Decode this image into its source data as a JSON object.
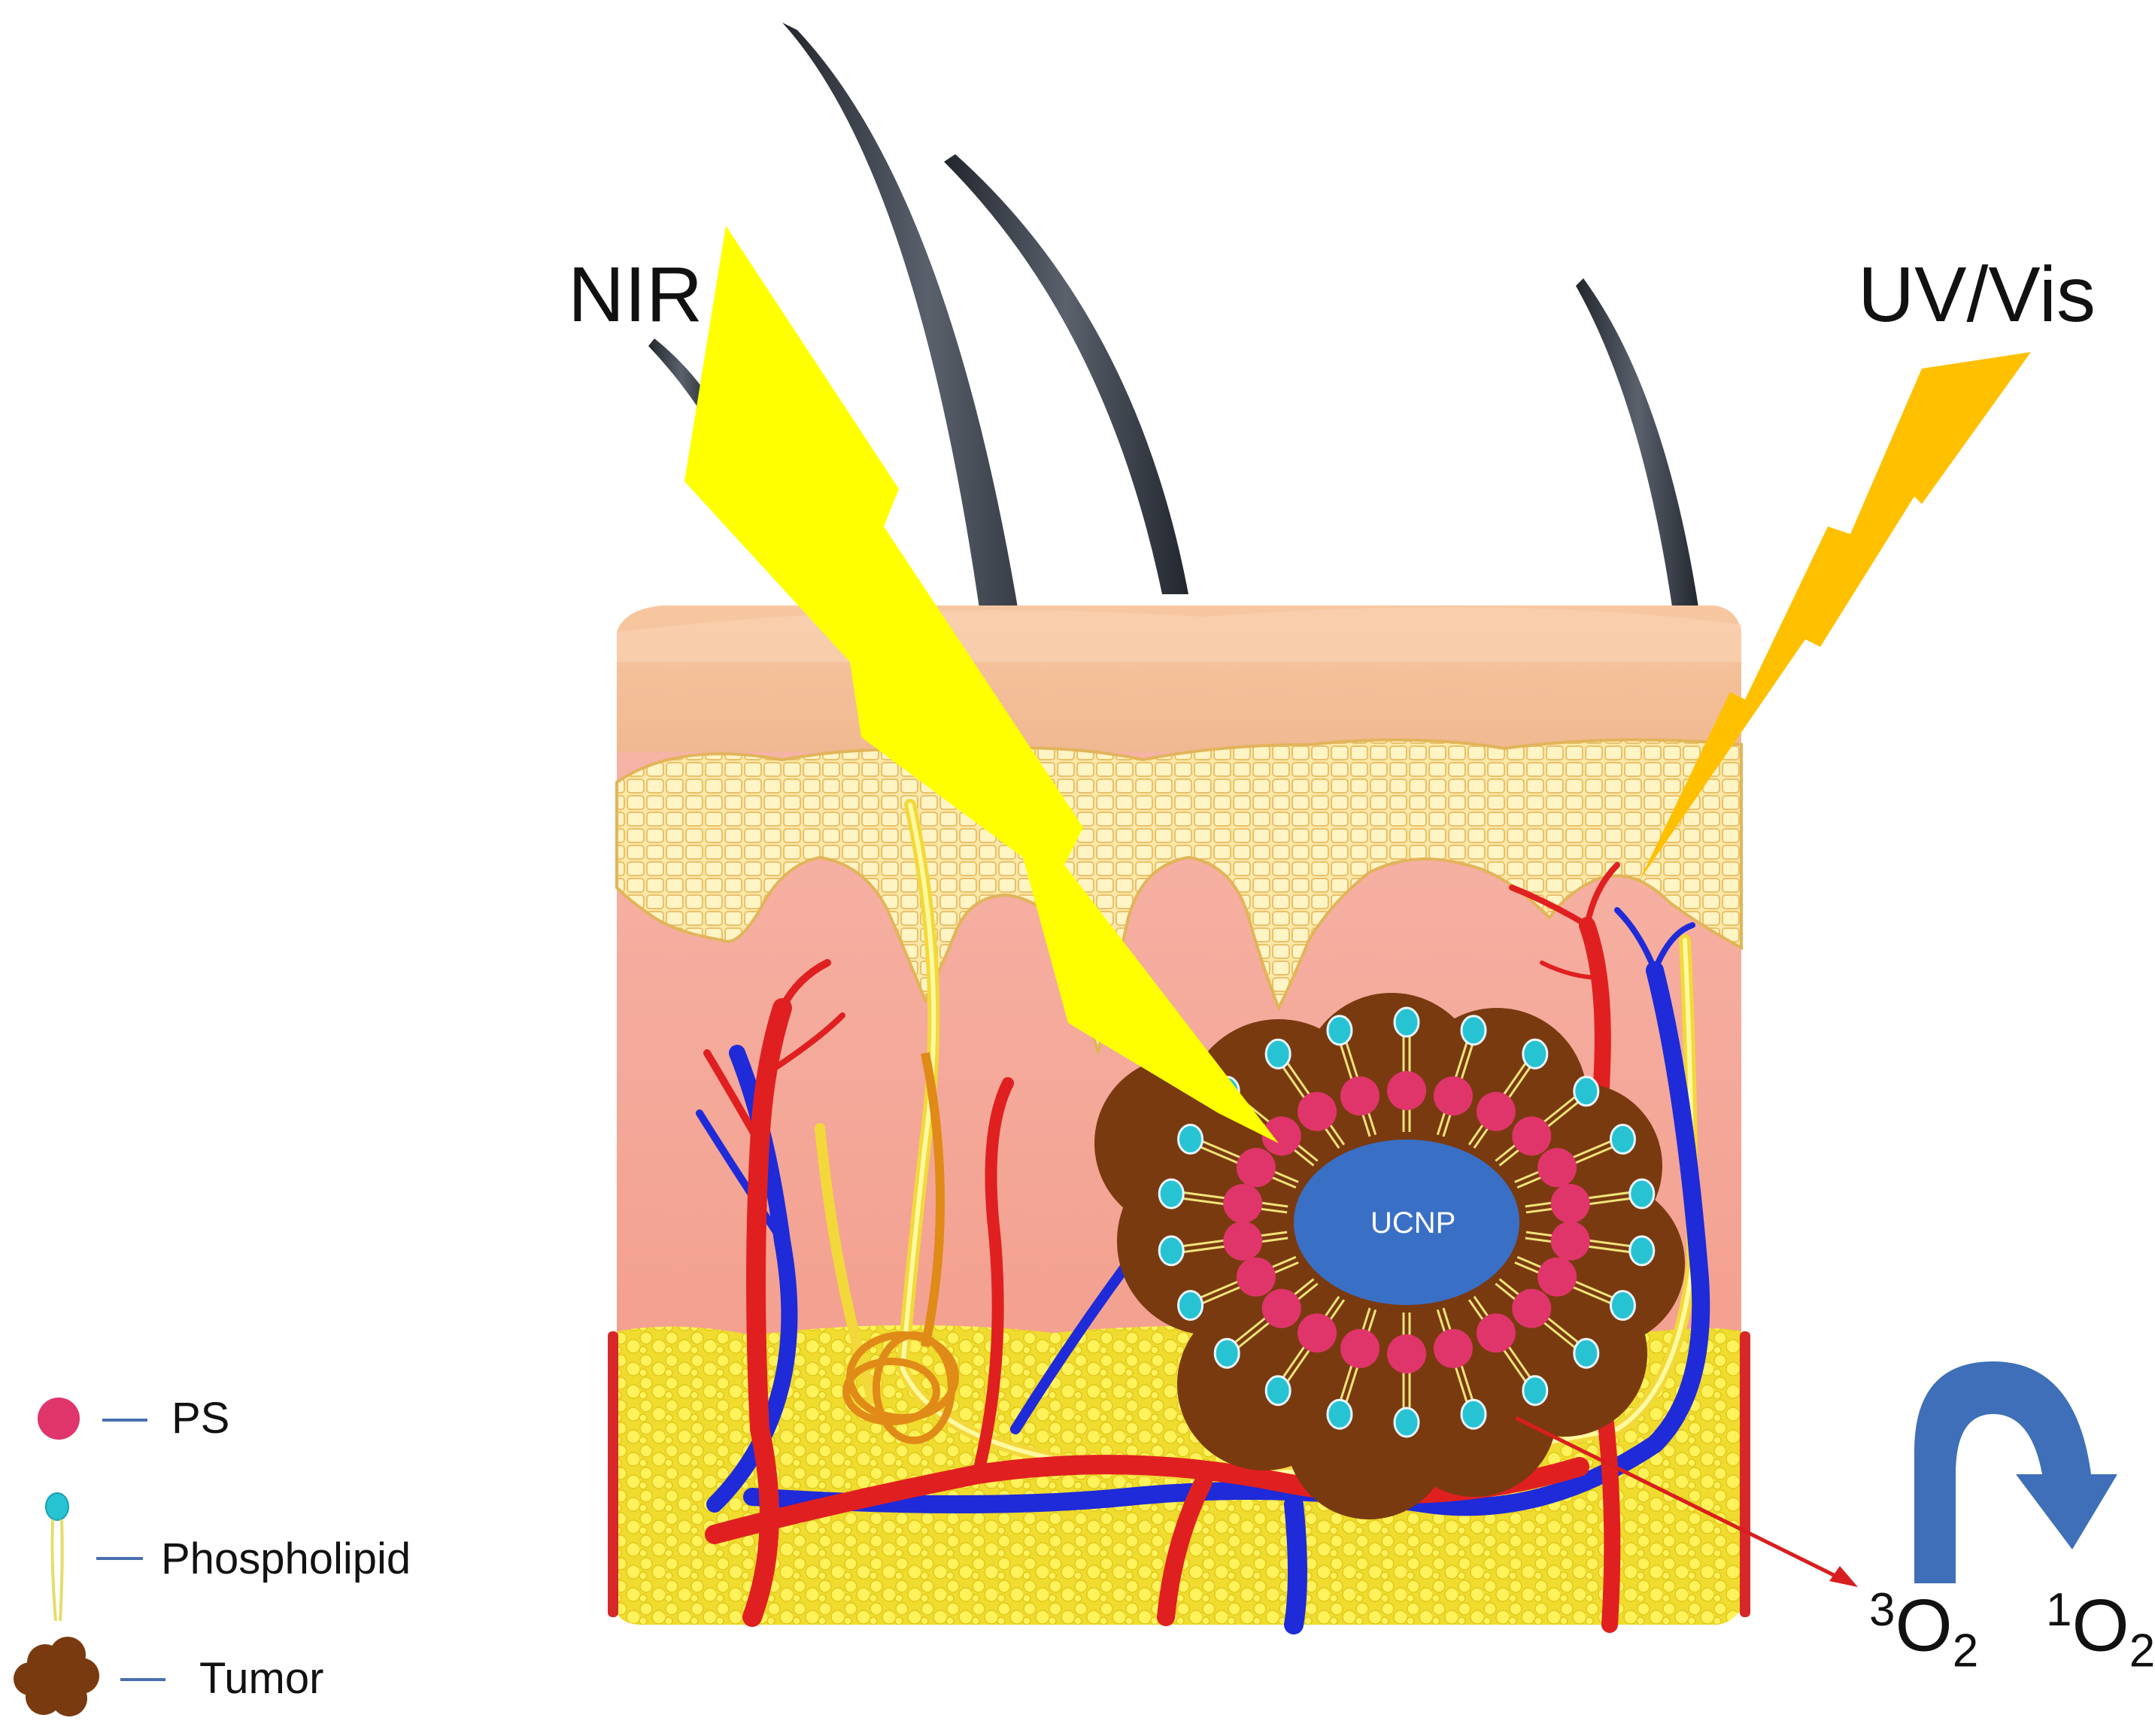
{
  "labels": {
    "nir": "NIR",
    "uv_vis": "UV/Vis",
    "ucnp": "UCNP"
  },
  "legend": {
    "ps": "PS",
    "phospholipid": "Phospholipid",
    "tumor": "Tumor"
  },
  "oxygen": {
    "triplet_sup": "3",
    "triplet_base": "O",
    "triplet_sub": "2",
    "singlet_sup": "1",
    "singlet_base": "O",
    "singlet_sub": "2"
  },
  "colors": {
    "ps": "#e0356b",
    "phospholipid_head": "#27c3d3",
    "tumor": "#7a3a10",
    "ucnp": "#3a6fc6",
    "nir_bolt": "#ffff00",
    "uv_bolt": "#ffc000",
    "arrow": "#3f6fb8",
    "vessel_artery": "#e02020",
    "vessel_vein": "#1f2ad8",
    "fat": "#f1e33a"
  },
  "icons": [
    "lightning-bolt-icon",
    "curved-arrow-icon",
    "hair-icon"
  ]
}
